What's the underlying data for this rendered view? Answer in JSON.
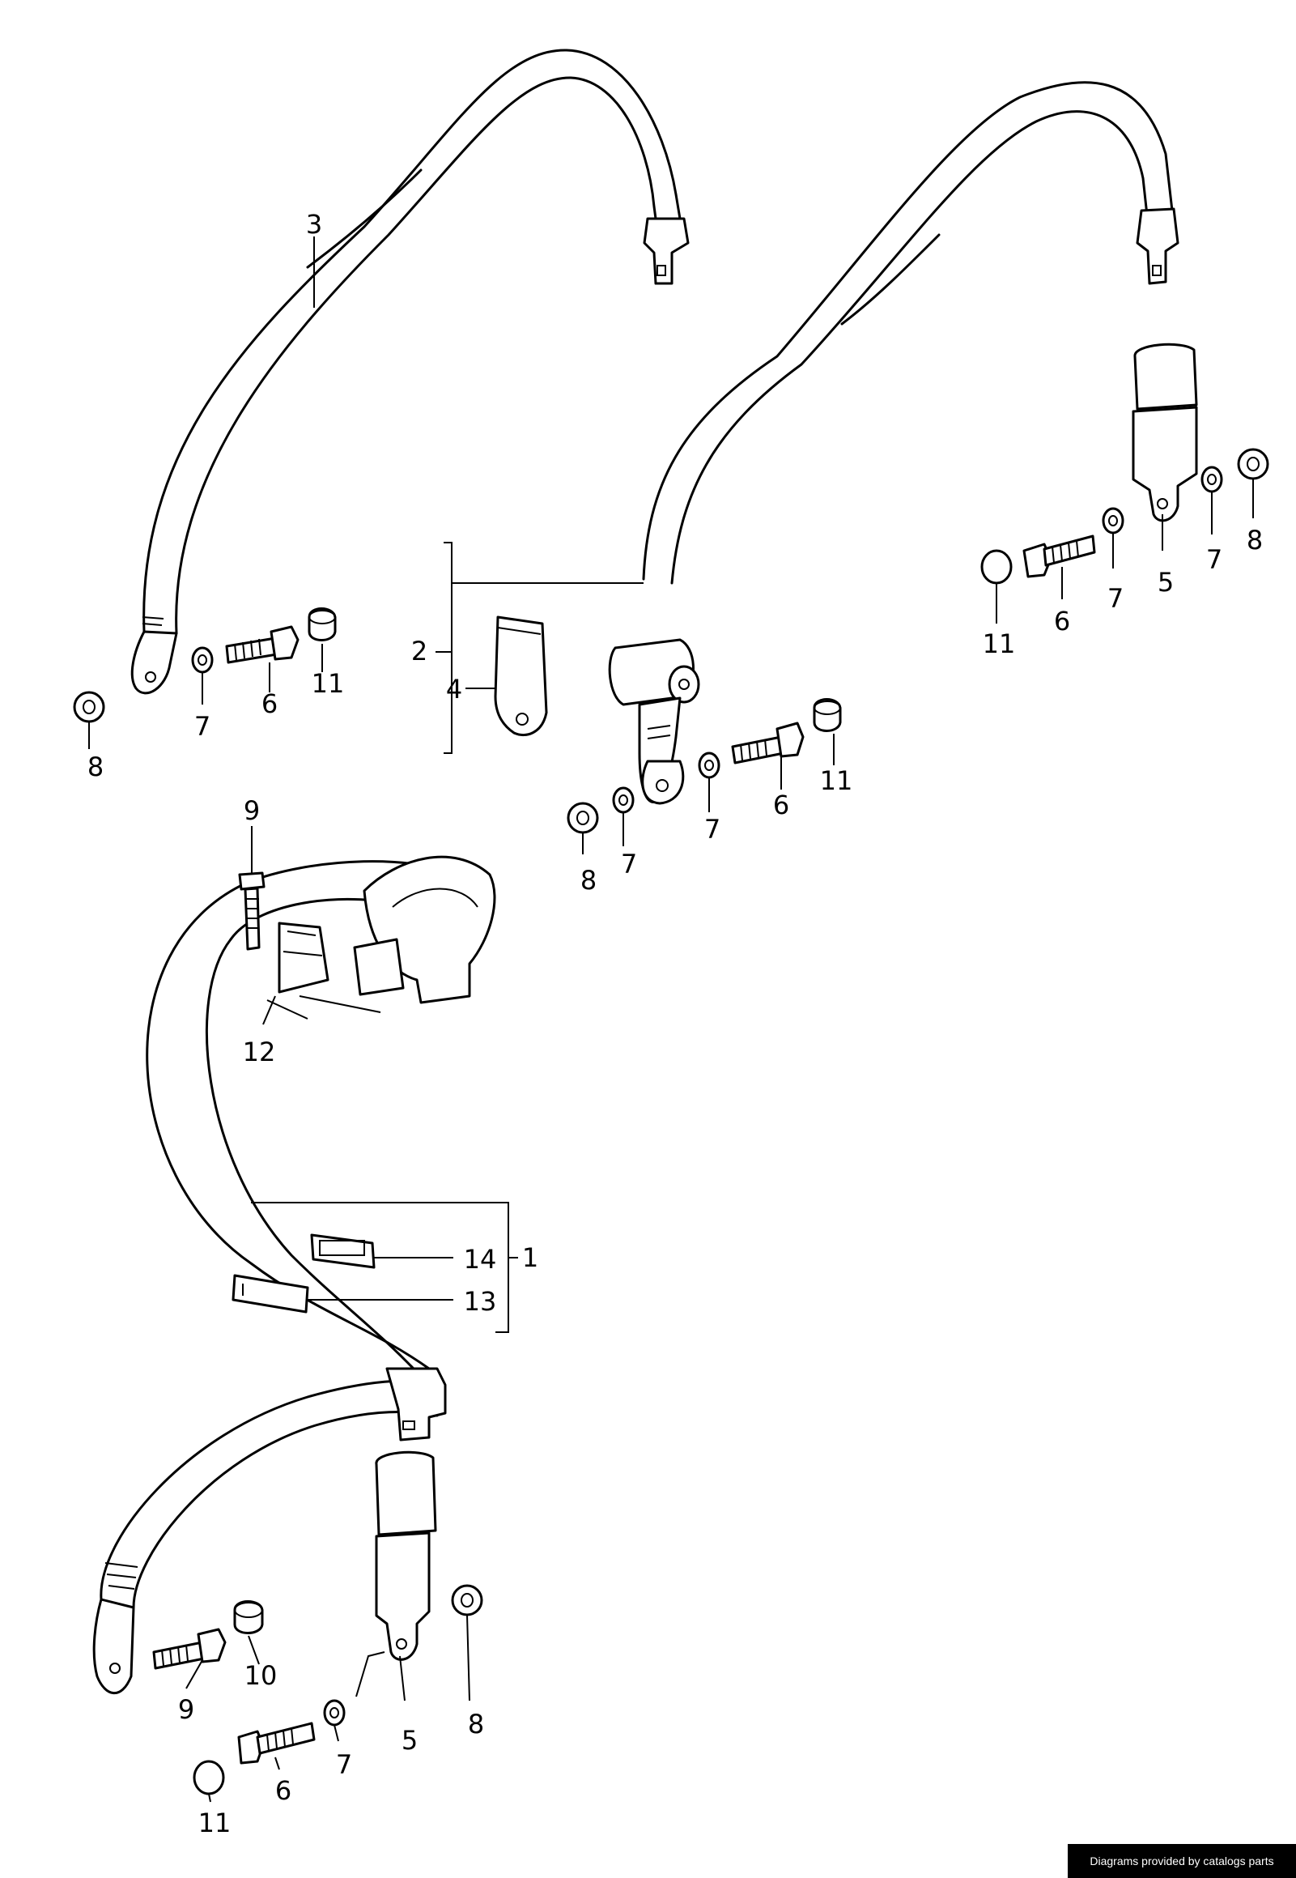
{
  "labels": {
    "l1": "1",
    "l2": "2",
    "l3": "3",
    "l4": "4",
    "l5a": "5",
    "l5b": "5",
    "l6a": "6",
    "l6b": "6",
    "l6c": "6",
    "l6d": "6",
    "l7a": "7",
    "l7b": "7",
    "l7c": "7",
    "l7d": "7",
    "l7e": "7",
    "l7f": "7",
    "l8a": "8",
    "l8b": "8",
    "l8c": "8",
    "l8d": "8",
    "l9a": "9",
    "l9b": "9",
    "l10": "10",
    "l11a": "11",
    "l11b": "11",
    "l11c": "11",
    "l11d": "11",
    "l12": "12",
    "l13": "13",
    "l14": "14"
  },
  "credit": "Diagrams provided by catalogs parts"
}
